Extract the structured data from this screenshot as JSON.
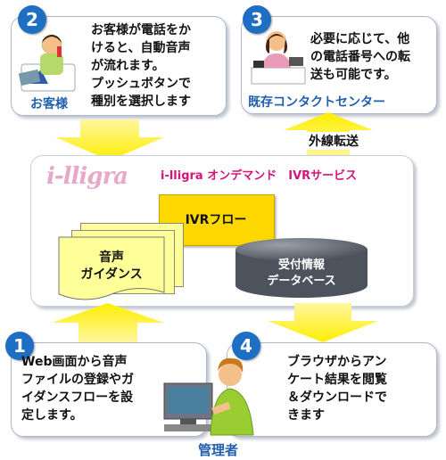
{
  "step2": {
    "number": "2",
    "text": "お客様が電話をか\nけると、自動音声\nが流れます。\nプッシュボタンで\n種別を選択します",
    "label": "お客様"
  },
  "step3": {
    "number": "3",
    "text": "必要に応じて、他\nの電話番号への転\n送も可能です。",
    "label": "既存コンタクトセンター"
  },
  "transfer_label": "外線転送",
  "center": {
    "logo": "i-lligra",
    "title": "i-lligra オンデマンド　IVRサービス",
    "ivr_flow": "IVRフロー",
    "guidance": "音声\nガイダンス",
    "database": "受付情報\nデータベース"
  },
  "step1": {
    "number": "1",
    "text": "Web画面から音声\nファイルの登録やガ\nイダンスフローを設\n定します。"
  },
  "step4": {
    "number": "4",
    "text": "ブラウザからアン\nケート結果を閲覧\n＆ダウンロードで\nきます"
  },
  "admin_label": "管理者",
  "colors": {
    "badge": "#1e6fc3",
    "label_blue": "#1f5fae",
    "title_pink": "#d4147a",
    "arrow_yellow": "#ffee00",
    "arrow_yellow_light": "#fff6a0"
  }
}
